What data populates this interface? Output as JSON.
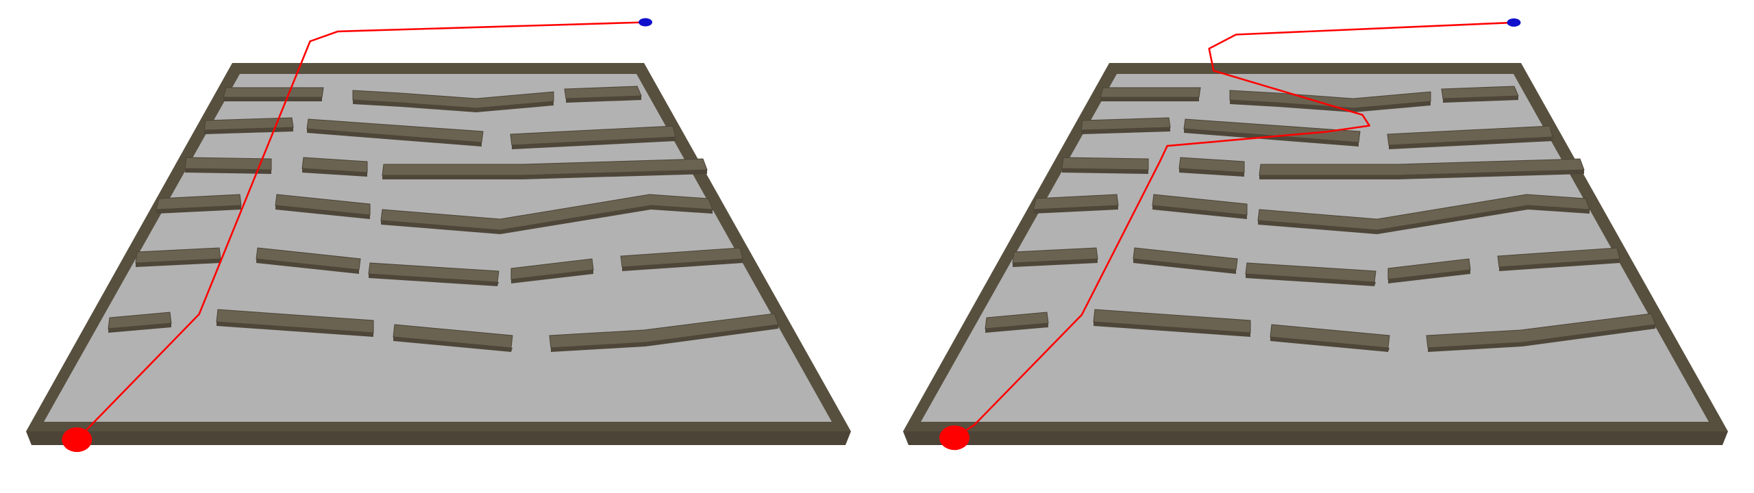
{
  "colors": {
    "path": "#ff0000",
    "start_marker": "#ff0000",
    "goal_marker": "#1010cc",
    "floor": "#b2b2b2",
    "wall": "#5c5443"
  },
  "panels": [
    {
      "name": "maze-panel-left",
      "path_kind": "direct",
      "path": [
        [
          0.0877,
          0.8918
        ],
        [
          0.227,
          0.6373
        ],
        [
          0.3536,
          0.0838
        ],
        [
          0.3853,
          0.0638
        ],
        [
          0.7359,
          0.0452
        ]
      ]
    },
    {
      "name": "maze-panel-right",
      "path_kind": "detour",
      "path": [
        [
          0.0883,
          0.8879
        ],
        [
          0.1109,
          0.862
        ],
        [
          0.2335,
          0.6385
        ],
        [
          0.3227,
          0.327
        ],
        [
          0.3309,
          0.296
        ],
        [
          0.5129,
          0.2672
        ],
        [
          0.5615,
          0.2548
        ],
        [
          0.5535,
          0.2331
        ],
        [
          0.3838,
          0.1434
        ],
        [
          0.3787,
          0.0986
        ],
        [
          0.4094,
          0.0701
        ],
        [
          0.7262,
          0.0457
        ]
      ]
    }
  ]
}
